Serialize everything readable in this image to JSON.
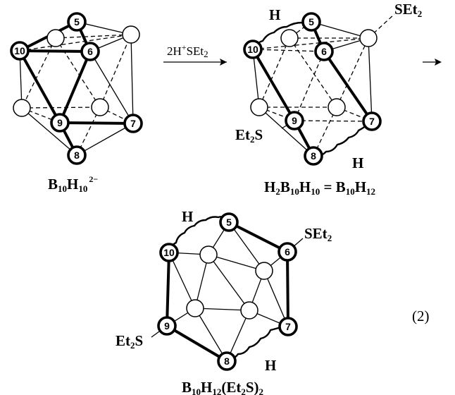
{
  "equation_number": "(2)",
  "arrow1_label": {
    "main": "2H",
    "sup": "+",
    "tail": "SEt",
    "tail_sub": "2"
  },
  "cluster1": {
    "caption": {
      "a": "B",
      "a_sub": "10",
      "b": "H",
      "b_sub": "10",
      "sup": "2−"
    },
    "atoms": [
      "5",
      "6",
      "7",
      "8",
      "9",
      "10"
    ]
  },
  "cluster2": {
    "caption": {
      "a": "H",
      "a_sub": "2",
      "b": "B",
      "b_sub": "10",
      "c": "H",
      "c_sub": "10",
      "eq": " = ",
      "d": "B",
      "d_sub": "10",
      "e": "H",
      "e_sub": "12"
    },
    "atoms": [
      "5",
      "6",
      "7",
      "8",
      "9",
      "10"
    ],
    "labels": {
      "h_top": "H",
      "h_bottom": "H",
      "set2": "SEt",
      "set2_sub": "2",
      "et2s": "Et",
      "et2s_sub": "2",
      "et2s_tail": "S"
    }
  },
  "cluster3": {
    "caption": {
      "a": "B",
      "a_sub": "10",
      "b": "H",
      "b_sub": "12",
      "c": "(Et",
      "c_sub": "2",
      "d": "S)",
      "d_sub": "2"
    },
    "atoms": [
      "5",
      "6",
      "7",
      "8",
      "9",
      "10"
    ],
    "labels": {
      "h_top": "H",
      "h_bottom": "H",
      "set2": "SEt",
      "set2_sub": "2",
      "et2s": "Et",
      "et2s_sub": "2",
      "et2s_tail": "S"
    }
  }
}
